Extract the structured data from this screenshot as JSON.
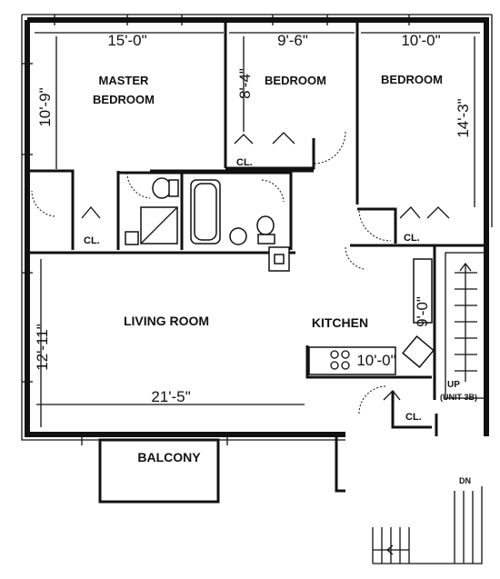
{
  "rooms": {
    "master_line1": "MASTER",
    "master_line2": "BEDROOM",
    "bedroom2": "BEDROOM",
    "bedroom3": "BEDROOM",
    "living": "LIVING ROOM",
    "kitchen": "KITCHEN",
    "balcony": "BALCONY",
    "closet": "CL."
  },
  "dimensions": {
    "master_width": "15'-0\"",
    "bed2_width": "9'-6\"",
    "bed3_width": "10'-0\"",
    "master_depth": "10'-9\"",
    "bed2_depth": "8'-4\"",
    "bed3_depth": "14'-3\"",
    "living_width": "21'-5\"",
    "living_depth": "12'-11\"",
    "kitchen_width": "10'-0\"",
    "kitchen_depth": "9'-0\""
  },
  "stairs": {
    "up_label": "UP",
    "up_unit": "(UNIT 3B)",
    "down_label": "DN"
  }
}
